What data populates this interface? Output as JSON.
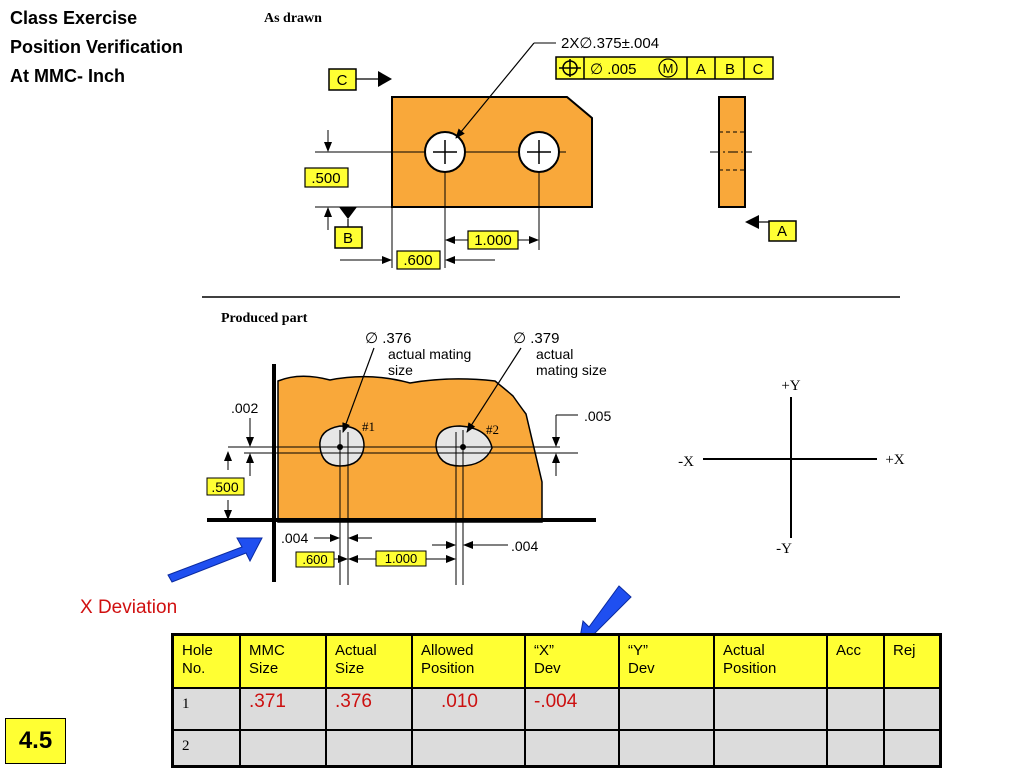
{
  "title": {
    "line1": "Class Exercise",
    "line2": "Position Verification",
    "line3": "At MMC- Inch"
  },
  "slide_number": "4.5",
  "as_drawn": {
    "heading": "As drawn",
    "hole_callout": "2X∅.375±.004",
    "fcf": {
      "tolerance": "∅ .005",
      "modifier": "M",
      "datum_a": "A",
      "datum_b": "B",
      "datum_c": "C"
    },
    "datum_c": "C",
    "datum_b": "B",
    "datum_a": "A",
    "dim_vertical": ".500",
    "dim_horizontal_1": ".600",
    "dim_horizontal_2": "1.000"
  },
  "produced_part": {
    "heading": "Produced part",
    "hole1_size": "∅ .376",
    "hole1_note_1": "actual mating",
    "hole1_note_2": "size",
    "hole2_size": "∅ .379",
    "hole2_note_1": "actual",
    "hole2_note_2": "mating size",
    "hole1_label": "#1",
    "hole2_label": "#2",
    "dev_y_1": ".002",
    "dev_y_2": ".005",
    "dev_x_1": ".004",
    "dev_x_2": ".004",
    "dim_vertical": ".500",
    "dim_horizontal_1": ".600",
    "dim_horizontal_2": "1.000"
  },
  "axes": {
    "plus_y": "+Y",
    "minus_y": "-Y",
    "plus_x": "+X",
    "minus_x": "-X"
  },
  "x_deviation_label": "X Deviation",
  "colors": {
    "part": "#f9a83a",
    "highlight": "#ffff33",
    "arrow": "#1f4ff0",
    "red_text": "#cc1010"
  },
  "table": {
    "headers": [
      {
        "l1": "Hole",
        "l2": "No."
      },
      {
        "l1": "MMC",
        "l2": "Size"
      },
      {
        "l1": "Actual",
        "l2": "Size"
      },
      {
        "l1": "Allowed",
        "l2": "Position"
      },
      {
        "l1": "“X”",
        "l2": "Dev"
      },
      {
        "l1": "“Y”",
        "l2": "Dev"
      },
      {
        "l1": "Actual",
        "l2": "Position"
      },
      {
        "l1": "Acc",
        "l2": ""
      },
      {
        "l1": "Rej",
        "l2": ""
      }
    ],
    "rows": [
      [
        "1",
        ".371",
        ".376",
        ".010",
        "-.004",
        "",
        "",
        "",
        ""
      ],
      [
        "2",
        "",
        "",
        "",
        "",
        "",
        "",
        "",
        ""
      ]
    ]
  }
}
